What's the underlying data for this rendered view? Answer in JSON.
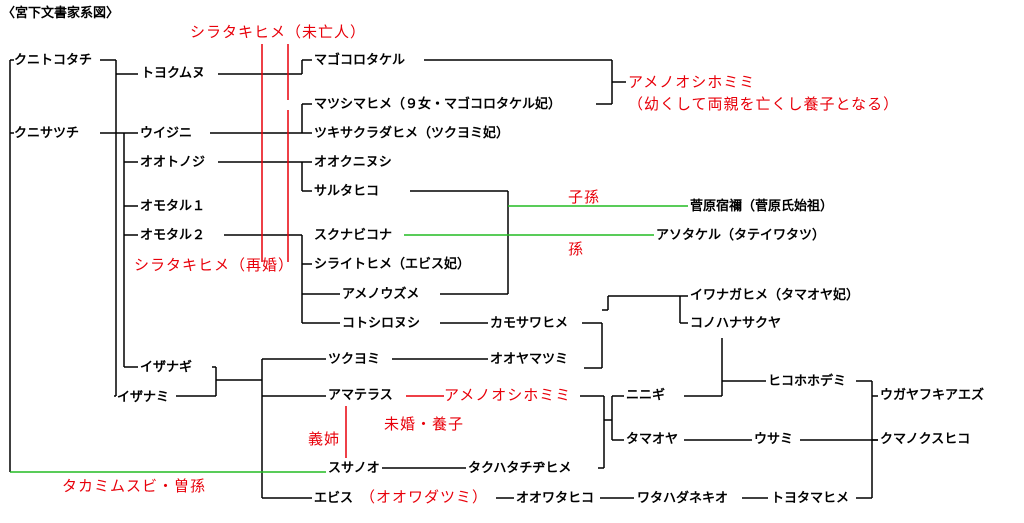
{
  "title": "〈宮下文書家系図〉",
  "colors": {
    "line": "#000000",
    "red": "#e8000a",
    "green": "#22bb22"
  },
  "nodes": {
    "kunitokotachi": "クニトコタチ",
    "toyokumunu": "トヨクムヌ",
    "magokorotakeru": "マゴコロタケル",
    "kunisatsuchi": "クニサツチ",
    "uijini": "ウイジニ",
    "matsushimahime": "マツシマヒメ（９女・マゴコロタケル妃）",
    "tsukisakuradahime": "ツキサクラダヒメ（ツクヨミ妃）",
    "ootonoji": "オオトノジ",
    "ookuninushi": "オオクニヌシ",
    "sarutahiko": "サルタヒコ",
    "omotaru1": "オモタル１",
    "omotaru2": "オモタル２",
    "sukunabikona": "スクナビコナ",
    "shiraitohime": "シライトヒメ（エビス妃）",
    "amenouzume": "アメノウズメ",
    "kotoshironushi": "コトシロヌシ",
    "kamosawahime": "カモサワヒメ",
    "izanagi": "イザナギ",
    "izanami": "イザナミ",
    "tsukuyomi": "ツクヨミ",
    "ooyamatsumi": "オオヤマツミ",
    "amaterasu": "アマテラス",
    "susanoo": "スサノオ",
    "takuhatachijihime": "タクハタチヂヒメ",
    "ebisu": "エビス",
    "oowatahiko": "オオワタヒコ",
    "watahadanekio": "ワタハダネキオ",
    "toyotamahime": "トヨタマヒメ",
    "ninigi": "ニニギ",
    "tamaoya": "タマオヤ",
    "usami": "ウサミ",
    "iwanagahime": "イワナガヒメ（タマオヤ妃）",
    "konohanasakuya": "コノハナサクヤ",
    "hikohohodemi": "ヒコホホデミ",
    "ugayafukiaezu": "ウガヤフキアエズ",
    "kumanokusuhiko": "クマノクスヒコ",
    "sugawara": "菅原宿禰（菅原氏始祖）",
    "asotakeru": "アソタケル（タテイワタツ）"
  },
  "notes": {
    "shirata_widow": "シラタキヒメ（未亡人）",
    "shirata_remarriage": "シラタキヒメ（再婚）",
    "amenooshihomimi": "アメノオシホミミ",
    "amenooshihomimi_note": "（幼くして両親を亡くし養子となる）",
    "amenooshihomimi2": "アメノオシホミミ",
    "unmarried_adopted": "未婚・養子",
    "sister_in_law": "義姉",
    "descendant": "子孫",
    "grandchild": "孫",
    "takamimusubi": "タカミムスビ・曽孫",
    "oowadatsumi": "（オオワダツミ）"
  }
}
